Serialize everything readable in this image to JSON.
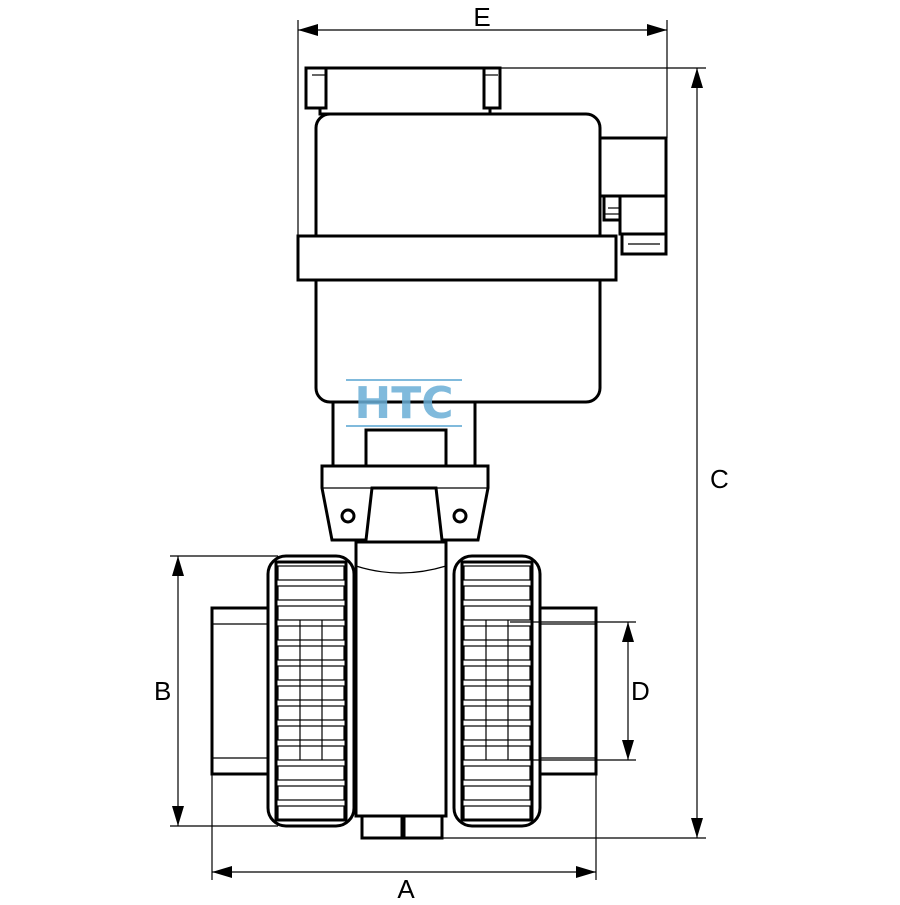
{
  "drawing": {
    "dimensions": {
      "A": "A",
      "B": "B",
      "C": "C",
      "D": "D",
      "E": "E"
    },
    "watermark": {
      "text": "HTC",
      "color": "#6aaed6"
    }
  }
}
